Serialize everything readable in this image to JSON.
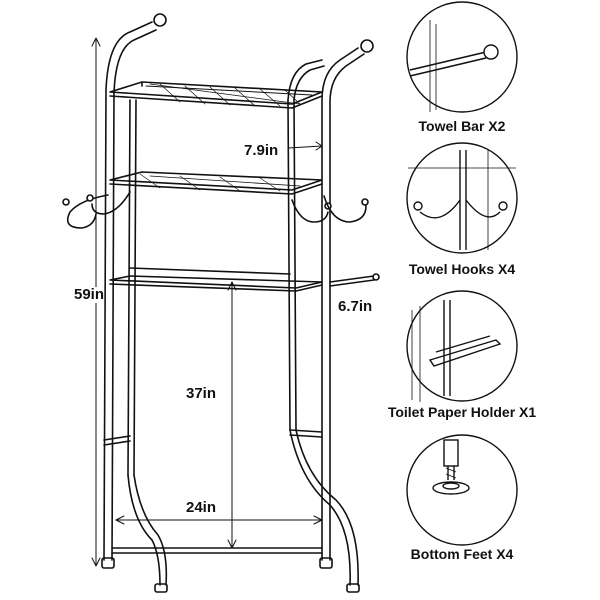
{
  "dimensions": {
    "height_total": "59in",
    "shelf_gap": "7.9in",
    "hook_offset": "6.7in",
    "clearance_height": "37in",
    "inner_width": "24in"
  },
  "accessories": [
    {
      "label": "Towel Bar X2"
    },
    {
      "label": "Towel Hooks X4"
    },
    {
      "label": "Toilet Paper Holder X1"
    },
    {
      "label": "Bottom Feet X4"
    }
  ]
}
